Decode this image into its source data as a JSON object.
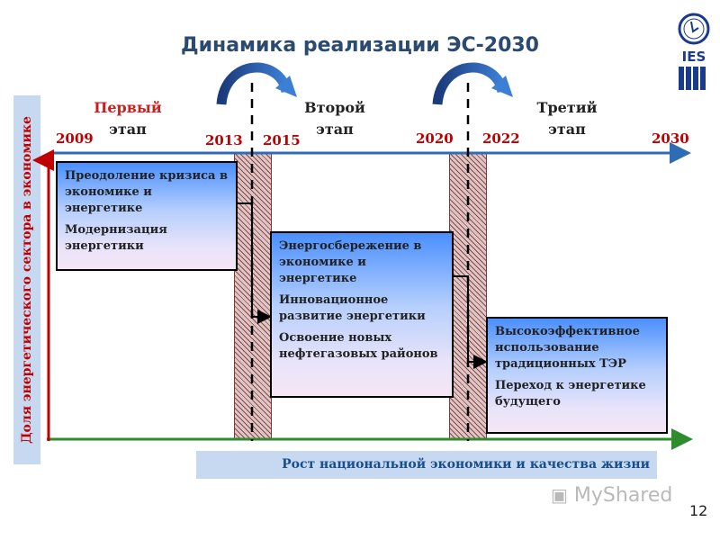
{
  "title": "Динамика реализации ЭС-2030",
  "stages": [
    {
      "line1": "Первый",
      "line2": "этап"
    },
    {
      "line1": "Второй",
      "line2": "этап"
    },
    {
      "line1": "Третий",
      "line2": "этап"
    }
  ],
  "years": [
    "2009",
    "2013",
    "2015",
    "2020",
    "2022",
    "2030"
  ],
  "boxes": [
    {
      "items": [
        "Преодоление кризиса в экономике и энергетике",
        "Модернизация энергетики"
      ]
    },
    {
      "items": [
        "Энергосбережение в экономике и энергетике",
        "Инновационное развитие энергетики",
        "Освоение новых нефтегазовых районов"
      ]
    },
    {
      "items": [
        "Высокоэффективное использование традиционных ТЭР",
        "Переход к энергетике будущего"
      ]
    }
  ],
  "y_axis_label": "Доля энергетического сектора в экономике",
  "x_axis_label": "Рост национальной экономики и качества жизни",
  "page_number": "12",
  "logo_text": "IES",
  "watermark": "MyShared",
  "colors": {
    "accent": "#c00000",
    "axis_blue": "#2e6db4",
    "axis_green": "#2e8b2e",
    "hatch": "#8b4a4a",
    "label_bg": "#c6d9f1"
  }
}
